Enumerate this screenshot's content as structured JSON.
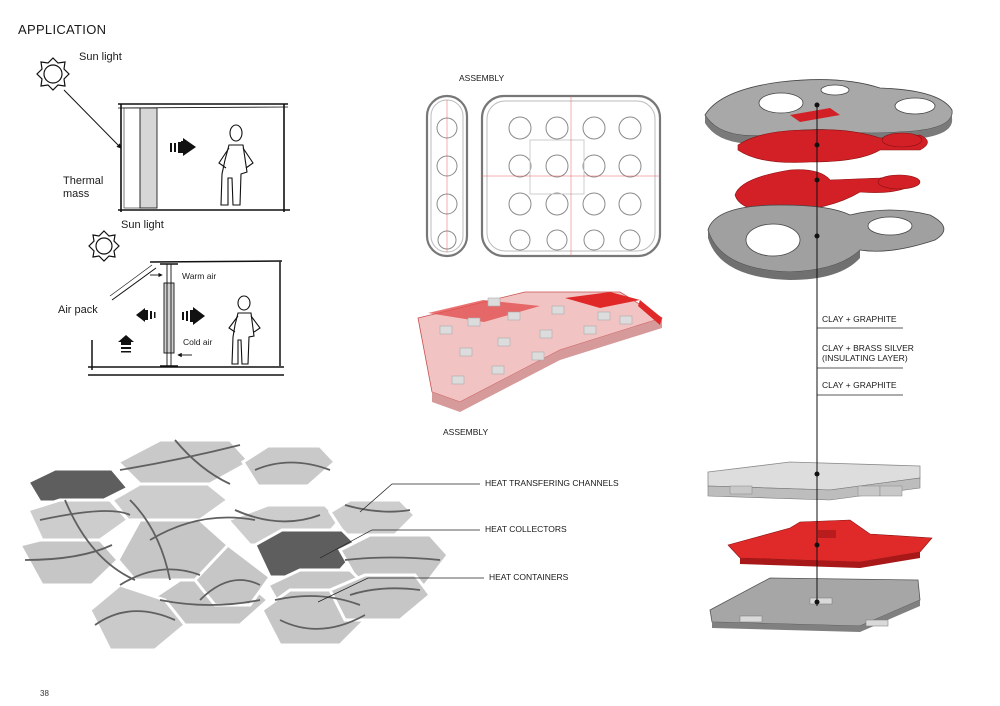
{
  "page": {
    "title": "APPLICATION",
    "page_number": "38"
  },
  "diagram1": {
    "sun_label": "Sun light",
    "mass_label_line1": "Thermal",
    "mass_label_line2": "mass"
  },
  "diagram2": {
    "sun_label": "Sun light",
    "air_pack_label": "Air pack",
    "warm_air_label": "Warm air",
    "cold_air_label": "Cold air"
  },
  "assembly": {
    "top_label": "ASSEMBLY",
    "bottom_label": "ASSEMBLY"
  },
  "hex_callouts": {
    "channels": "HEAT TRANSFERING CHANNELS",
    "collectors": "HEAT COLLECTORS",
    "containers": "HEAT CONTAINERS"
  },
  "layers": {
    "layer1": "CLAY + GRAPHITE",
    "layer2_line1": "CLAY + BRASS SILVER",
    "layer2_line2": "(INSULATING LAYER)",
    "layer3": "CLAY + GRAPHITE"
  },
  "colors": {
    "accent_red": "#d32027",
    "light_gray": "#c8c8c8",
    "dark_gray": "#5f5f5f"
  }
}
